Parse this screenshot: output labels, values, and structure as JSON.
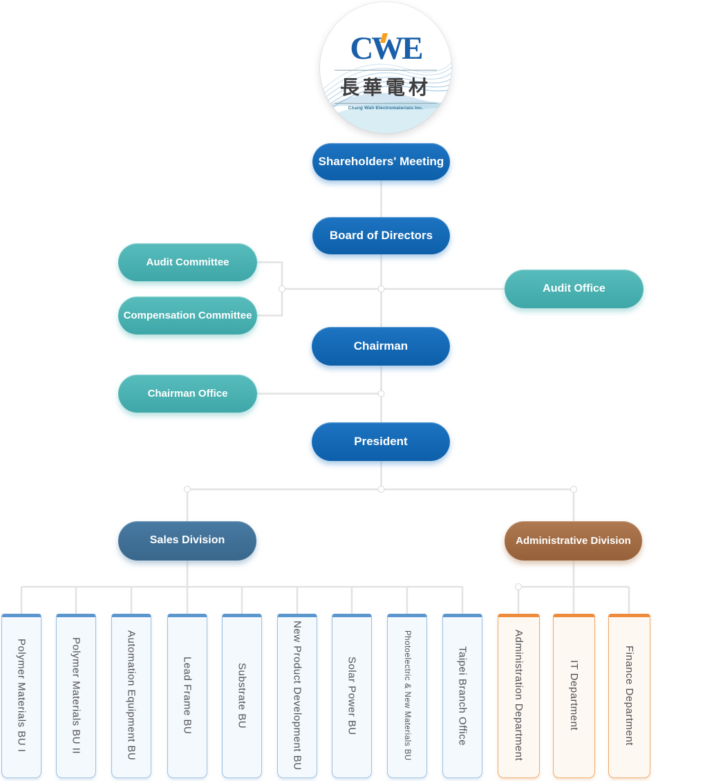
{
  "logo": {
    "acronym": "CWE",
    "cjk": "長華電材",
    "subtitle": "Chang Wah Electromaterials Inc."
  },
  "nodes": {
    "shareholders": "Shareholders' Meeting",
    "board": "Board of Directors",
    "audit_committee": "Audit Committee",
    "compensation_committee": "Compensation Committee",
    "audit_office": "Audit Office",
    "chairman": "Chairman",
    "chairman_office": "Chairman Office",
    "president": "President",
    "sales_division": "Sales Division",
    "admin_division": "Administrative Division"
  },
  "units": {
    "sales": [
      "Polymer Materials BU I",
      "Polymer Materials BU II",
      "Automation Equipment BU",
      "Lead Frame BU",
      "Substrate BU",
      "New Product Development BU",
      "Solar Power BU",
      "Photoelectric & New Materials BU",
      "Taipei Branch Office"
    ],
    "admin": [
      "Administration Department",
      "IT Department",
      "Finance Department"
    ]
  },
  "colors": {
    "primary_blue": "#0f63b0",
    "teal": "#4bb1b2",
    "steel_blue": "#3e6f96",
    "brown": "#a26a43",
    "unit_blue_strip": "#5b96ce",
    "unit_blue_border": "#9dc0e2",
    "unit_orange_strip": "#ee8c3e",
    "unit_orange_border": "#f2a869",
    "connector": "#e2e2e2",
    "logo_blue": "#1a5fa9",
    "logo_orange": "#f6a01d"
  }
}
